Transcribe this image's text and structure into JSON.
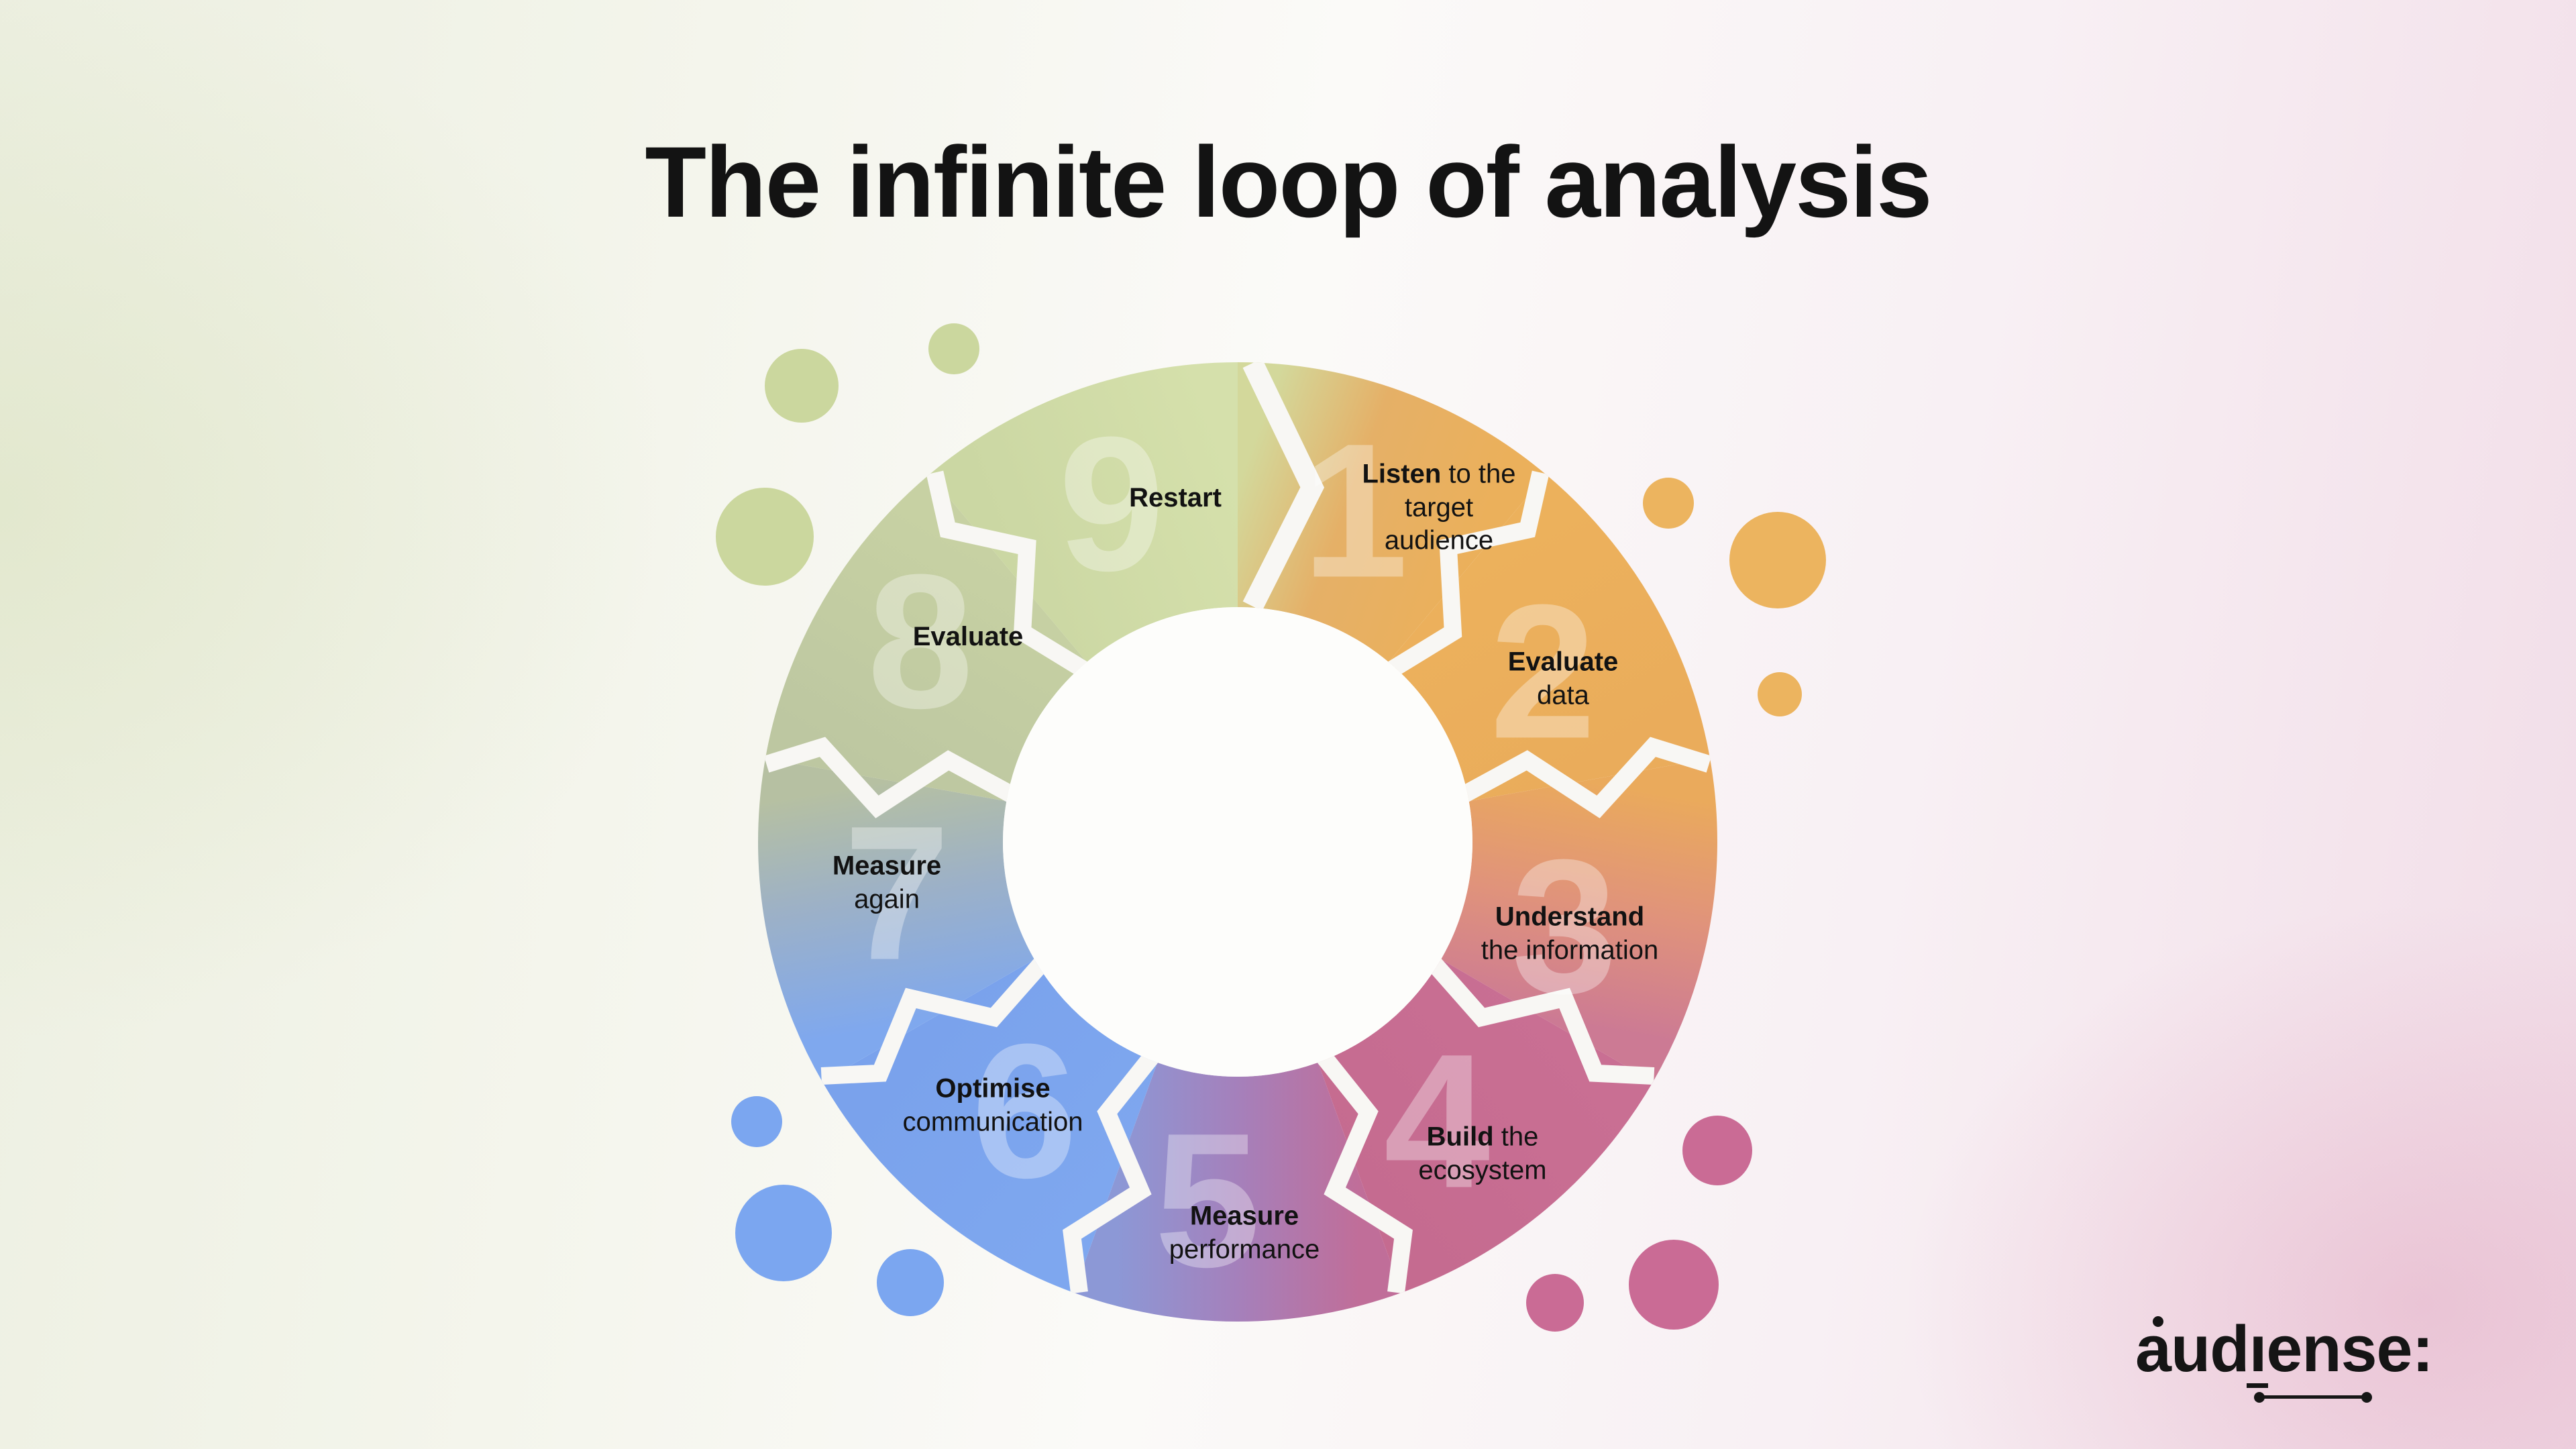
{
  "title": "The infinite loop of analysis",
  "steps": [
    {
      "number": "1",
      "lines": [
        {
          "b": "Listen",
          "r": " to the"
        },
        {
          "r": "target"
        },
        {
          "r": "audience"
        }
      ]
    },
    {
      "number": "2",
      "lines": [
        {
          "b": "Evaluate"
        },
        {
          "r": "data"
        }
      ]
    },
    {
      "number": "3",
      "lines": [
        {
          "b": "Understand"
        },
        {
          "r": "the information"
        }
      ]
    },
    {
      "number": "4",
      "lines": [
        {
          "b": "Build",
          "r": " the"
        },
        {
          "r": "ecosystem"
        }
      ]
    },
    {
      "number": "5",
      "lines": [
        {
          "b": "Measure"
        },
        {
          "r": "performance"
        }
      ]
    },
    {
      "number": "6",
      "lines": [
        {
          "b": "Optimise"
        },
        {
          "r": "communication"
        }
      ]
    },
    {
      "number": "7",
      "lines": [
        {
          "b": "Measure"
        },
        {
          "r": "again"
        }
      ]
    },
    {
      "number": "8",
      "lines": [
        {
          "b": "Evaluate"
        }
      ]
    },
    {
      "number": "9",
      "lines": [
        {
          "b": "Restart"
        }
      ]
    }
  ],
  "wheel": {
    "separator_color": "#f8f7f4",
    "hole_color": "#fdfdfb",
    "segments": [
      {
        "name": "listen-to-the-target-audience",
        "stops": [
          [
            0,
            "#d3d89b"
          ],
          [
            0.45,
            "#e5b067"
          ],
          [
            1,
            "#ebb05b"
          ]
        ]
      },
      {
        "name": "evaluate-data",
        "stops": [
          [
            0,
            "#ecb15c"
          ],
          [
            1,
            "#eaac5b"
          ]
        ]
      },
      {
        "name": "understand-the-information",
        "stops": [
          [
            0,
            "#eaaa5c"
          ],
          [
            0.5,
            "#e0937b"
          ],
          [
            1,
            "#cc7a94"
          ]
        ]
      },
      {
        "name": "build-the-ecosystem",
        "stops": [
          [
            0,
            "#c96f93"
          ],
          [
            1,
            "#c56b90"
          ]
        ]
      },
      {
        "name": "measure-performance",
        "stops": [
          [
            0,
            "#c06e99"
          ],
          [
            0.5,
            "#a580bb"
          ],
          [
            1,
            "#8c98d6"
          ]
        ]
      },
      {
        "name": "optimise-communication",
        "stops": [
          [
            0,
            "#7ea7ef"
          ],
          [
            1,
            "#7aa2ec"
          ]
        ]
      },
      {
        "name": "measure-again",
        "stops": [
          [
            0,
            "#7fa8ee"
          ],
          [
            0.55,
            "#9db1c6"
          ],
          [
            1,
            "#b6c0a2"
          ]
        ]
      },
      {
        "name": "evaluate",
        "stops": [
          [
            0,
            "#bdc7a1"
          ],
          [
            1,
            "#c7d1a3"
          ]
        ]
      },
      {
        "name": "restart",
        "stops": [
          [
            0,
            "#cbd7a3"
          ],
          [
            1,
            "#d5e0ab"
          ]
        ]
      }
    ]
  },
  "dots": {
    "green": {
      "color": "#cbd79e",
      "circles": [
        [
          1195,
          575,
          55
        ],
        [
          1422,
          520,
          38
        ],
        [
          1140,
          800,
          73
        ]
      ]
    },
    "orange": {
      "color": "#ecb45f",
      "circles": [
        [
          2487,
          750,
          38
        ],
        [
          2650,
          835,
          72
        ],
        [
          2653,
          1035,
          33
        ]
      ]
    },
    "blue": {
      "color": "#7ba6f0",
      "circles": [
        [
          1128,
          1672,
          38
        ],
        [
          1168,
          1838,
          72
        ],
        [
          1357,
          1912,
          50
        ]
      ]
    },
    "pink": {
      "color": "#ca6b95",
      "circles": [
        [
          2560,
          1715,
          52
        ],
        [
          2495,
          1915,
          67
        ],
        [
          2318,
          1942,
          43
        ]
      ]
    }
  },
  "background": {
    "left": "#ecefe0",
    "center": "#fbfaf8",
    "right": "#f1dce7",
    "corner_glow": "#d682a5"
  },
  "logo": {
    "text_before_i": "aud",
    "dotless_i": "ı",
    "text_after_i": "ense",
    "colon": ":"
  }
}
